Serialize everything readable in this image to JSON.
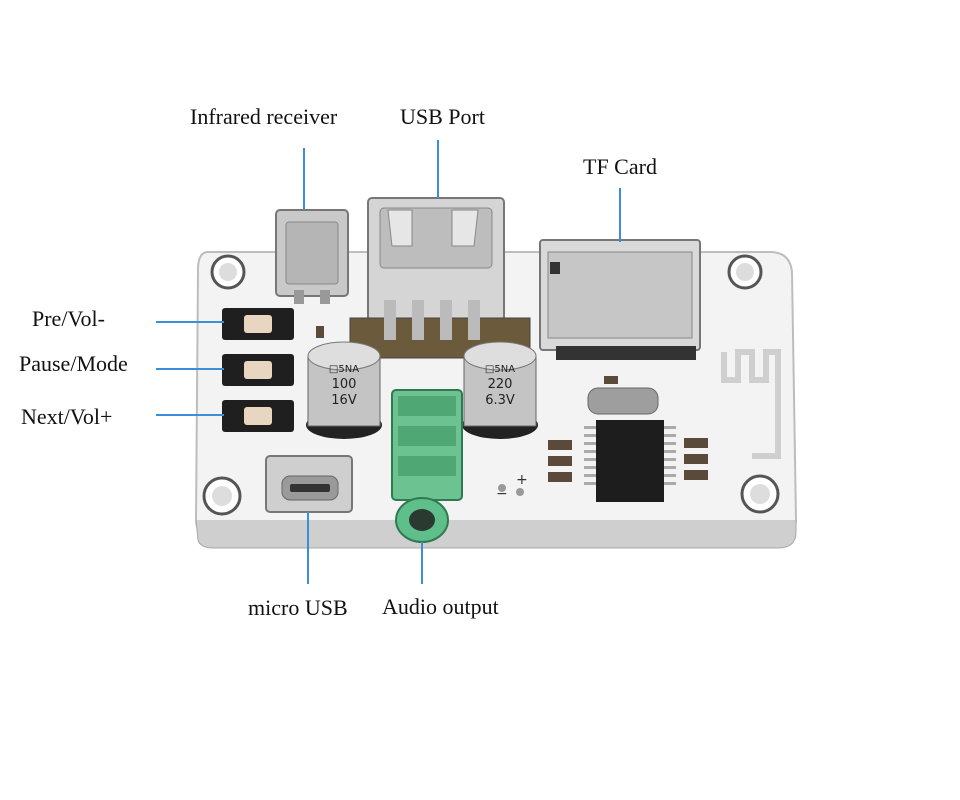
{
  "labels": {
    "infrared_receiver": "Infrared receiver",
    "usb_port": "USB Port",
    "tf_card": "TF Card",
    "pre_vol": "Pre/Vol-",
    "pause_mode": "Pause/Mode",
    "next_vol": "Next/Vol+",
    "micro_usb": "micro USB",
    "audio_output": "Audio output"
  },
  "board_marks": {
    "cap_left_top": "□5NA",
    "cap_left_value": "100",
    "cap_left_voltage": "16V",
    "cap_right_top": "□5NA",
    "cap_right_value": "220",
    "cap_right_voltage": "6.3V",
    "minus": "−",
    "plus": "+"
  },
  "colors": {
    "leader": "#3b8fd6",
    "pcb": "#f2f2f2",
    "jack": "#5fbf8a"
  }
}
